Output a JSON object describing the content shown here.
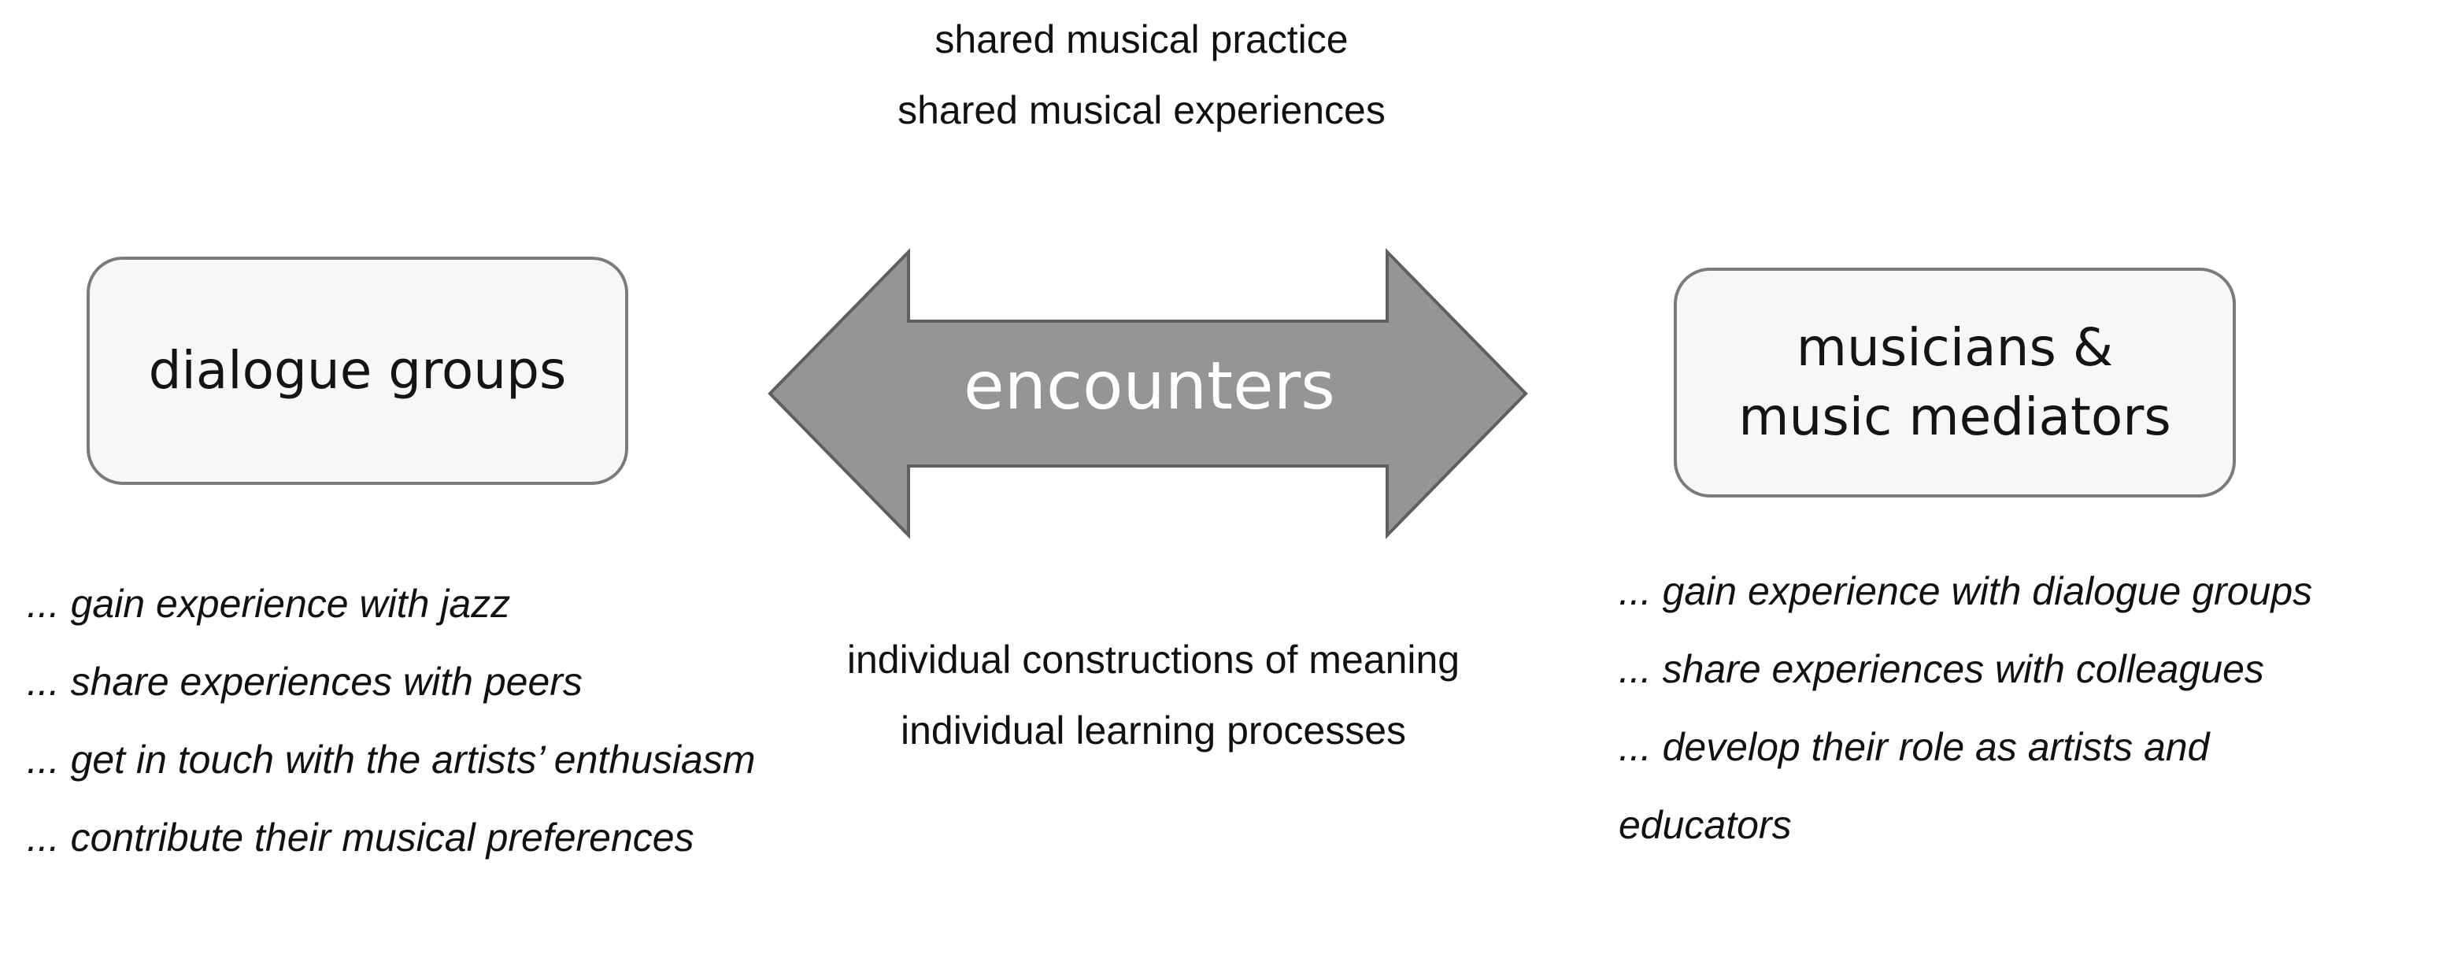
{
  "top_labels": [
    "shared musical practice",
    "shared musical experiences"
  ],
  "left_box": {
    "lines": [
      "dialogue groups"
    ]
  },
  "center_arrow": {
    "label": "encounters",
    "fill": "#959595",
    "stroke": "#5f5f5f"
  },
  "right_box": {
    "lines": [
      "musicians &",
      "music mediators"
    ]
  },
  "left_list": [
    "... gain experience with jazz",
    "... share experiences with peers",
    "... get in touch with the artists’ enthusiasm",
    "... contribute their musical preferences"
  ],
  "middle_labels": [
    "individual constructions of meaning",
    "individual learning processes"
  ],
  "right_list": [
    "... gain experience with dialogue groups",
    "... share experiences with colleagues",
    "... develop their role as artists and",
    "educators"
  ]
}
